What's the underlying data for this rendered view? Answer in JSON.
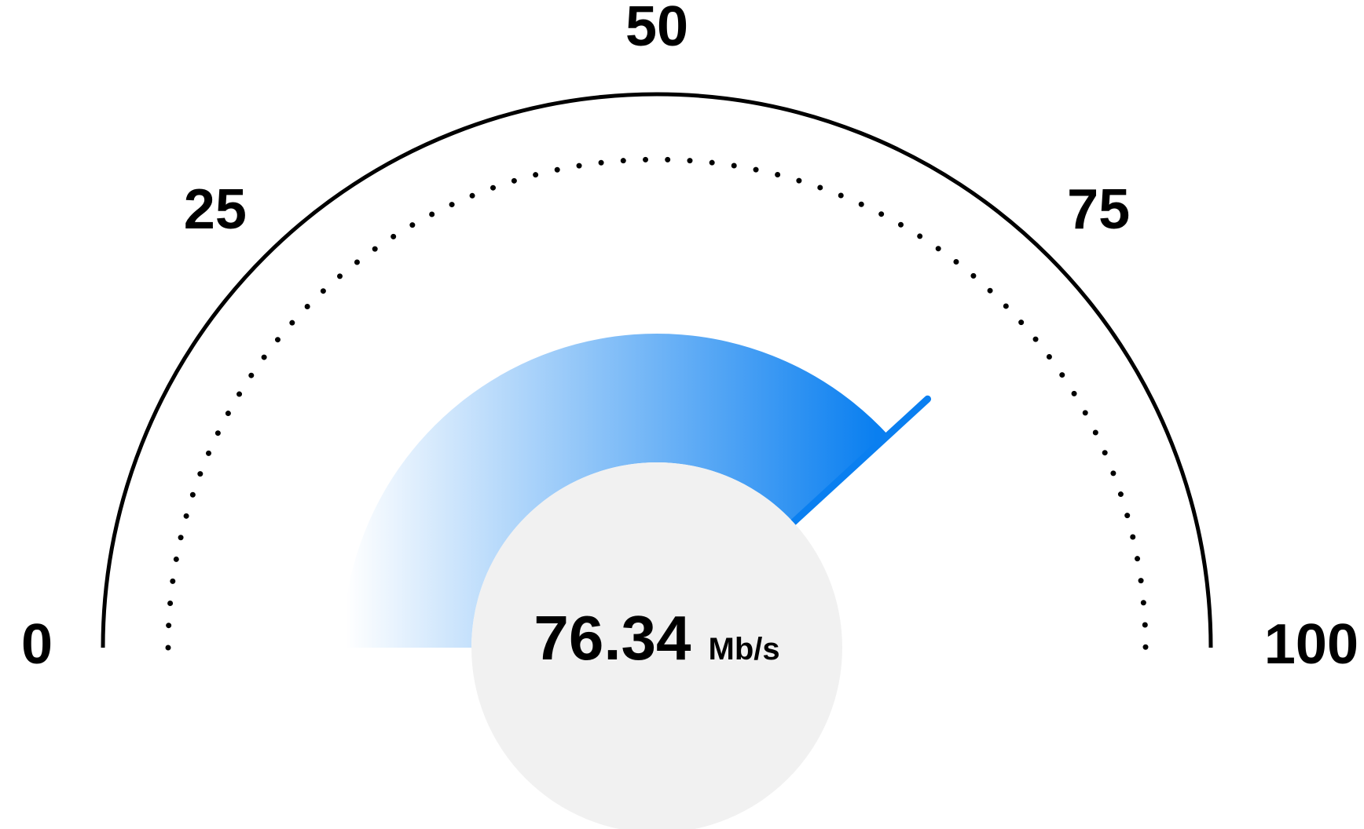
{
  "gauge": {
    "value": 76.34,
    "value_label": "76.34",
    "unit": "Mb/s",
    "min": 0,
    "max": 100,
    "tick_labels": [
      "0",
      "25",
      "50",
      "75",
      "100"
    ],
    "tick_values": [
      0,
      25,
      50,
      75,
      100
    ]
  },
  "colors": {
    "fill_start": "#ffffff",
    "fill_end": "#0a7ff0",
    "needle": "#0a7ff0",
    "hub": "#f1f1f1",
    "outer_arc": "#000000",
    "dotted_arc": "#000000",
    "text": "#000000",
    "background": "#ffffff"
  }
}
